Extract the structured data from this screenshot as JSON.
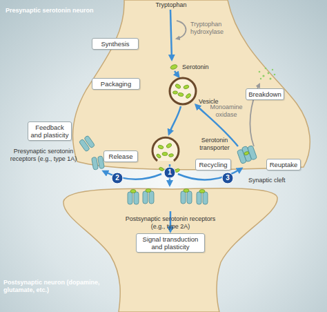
{
  "diagram": {
    "nodes": [
      {
        "text": [
          "Synthesis"
        ]
      },
      {
        "text": [
          "Packaging"
        ]
      },
      {
        "text": [
          "Breakdown"
        ]
      },
      {
        "text": [
          "Feedback and plasticity"
        ]
      },
      {
        "text": [
          "Release"
        ]
      },
      {
        "text": [
          "Recycling"
        ]
      },
      {
        "text": [
          "Reuptake"
        ]
      },
      {
        "text": [
          "2"
        ]
      },
      {
        "text": [
          "1"
        ]
      },
      {
        "text": [
          "3"
        ]
      },
      {
        "text": [
          "Signal transduction and plasticity"
        ]
      }
    ],
    "labels": [
      "Presynaptic serotonin neuron",
      "Tryptophan",
      "Tryptophan hydroxylase",
      "Serotonin",
      "Vesicle",
      "Monoamine oxidase",
      "Serotonin transporter",
      "Presynaptic serotonin receptors (e.g., type 1A)",
      "Synaptic cleft",
      "Postsynaptic serotonin receptors (e.g., type 2A)",
      "Postsynaptic neuron (dopamine, glutamate, etc.)"
    ]
  }
}
